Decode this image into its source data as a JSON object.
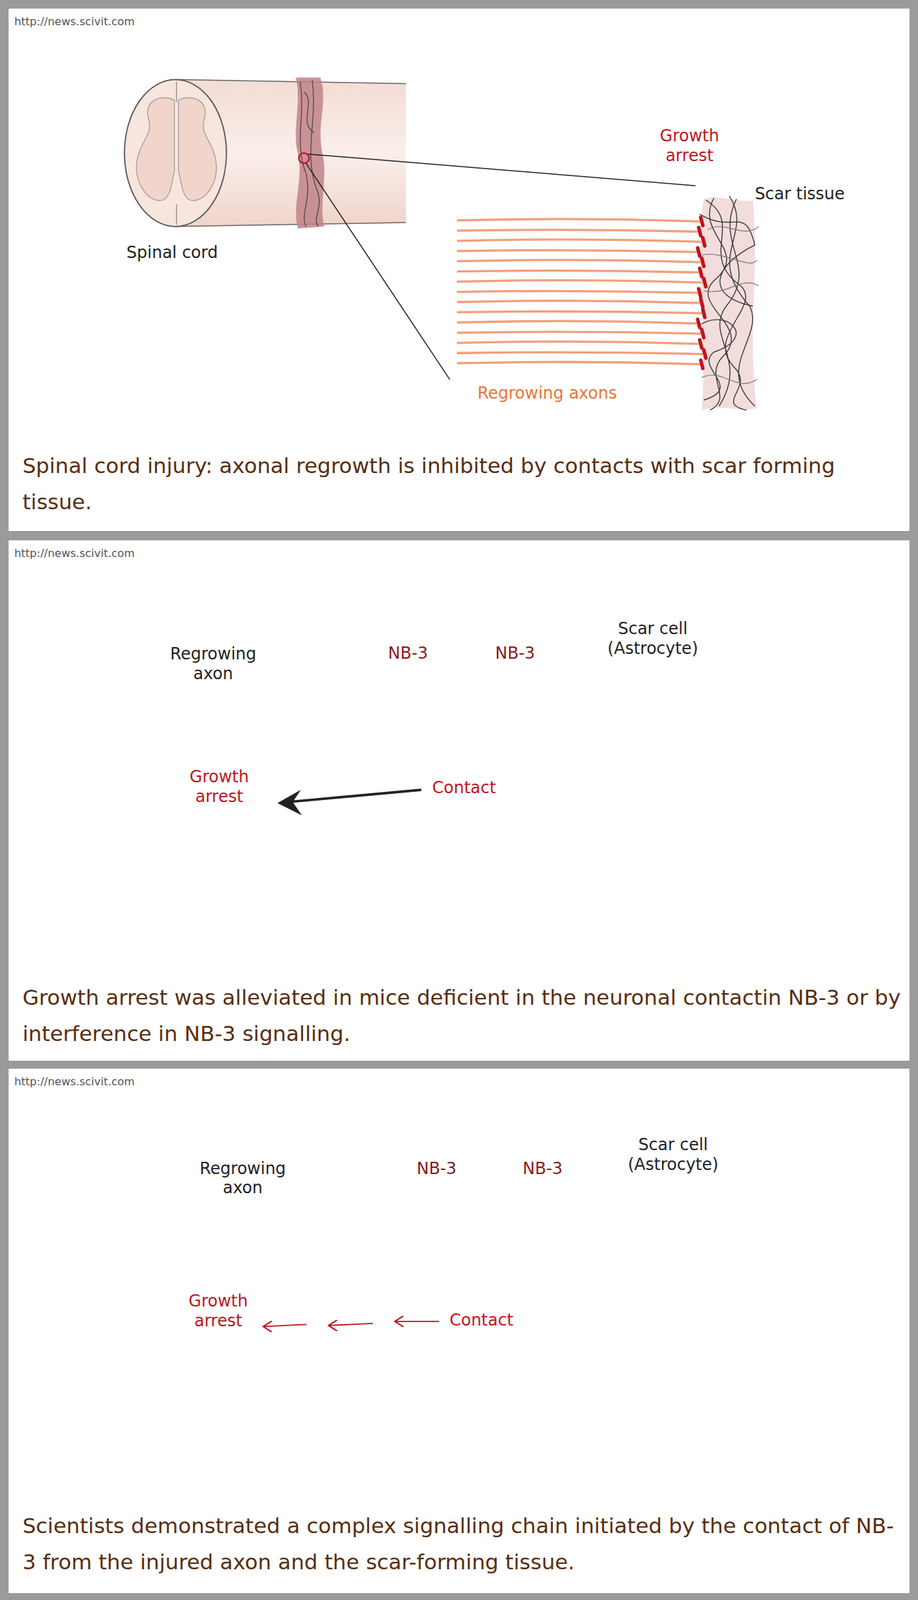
{
  "diagram": {
    "nodes": [
      {
        "text": [
          "http://news.scivit.com",
          "Spinal cord injury: axonal regrowth is inhibited by contacts with scar forming tissue."
        ]
      },
      {
        "text": [
          "http://news.scivit.com",
          "Growth arrest was alleviated in mice deficient in the neuronal contactin NB-3 or by interference in NB-3 signalling."
        ]
      },
      {
        "text": [
          "Regrowing axon",
          "Growth arrest"
        ],
        "in": 1
      },
      {
        "text": [
          "NB-3"
        ],
        "in": 1
      },
      {
        "text": [
          "NB-3"
        ],
        "in": 1
      },
      {
        "text": [
          "Scar cell (Astrocyte)"
        ],
        "in": 1
      },
      {
        "text": [
          "http://news.scivit.com",
          "Scientists demonstrated a complex signalling chain initiated by the contact of NB-3 from the injured axon and the scar-forming tissue."
        ]
      },
      {
        "text": [
          "Regrowing axon",
          "Growth arrest"
        ],
        "in": 6
      },
      {
        "text": [
          "NB-3"
        ],
        "in": 6
      },
      {
        "text": [
          "NB-3"
        ],
        "in": 6
      },
      {
        "text": [
          "Scar cell (Astrocyte)"
        ],
        "in": 6
      }
    ],
    "labels": [
      "Spinal cord",
      "Growth arrest",
      "Scar tissue",
      "Regrowing axons",
      "Contact",
      "Contact"
    ]
  }
}
